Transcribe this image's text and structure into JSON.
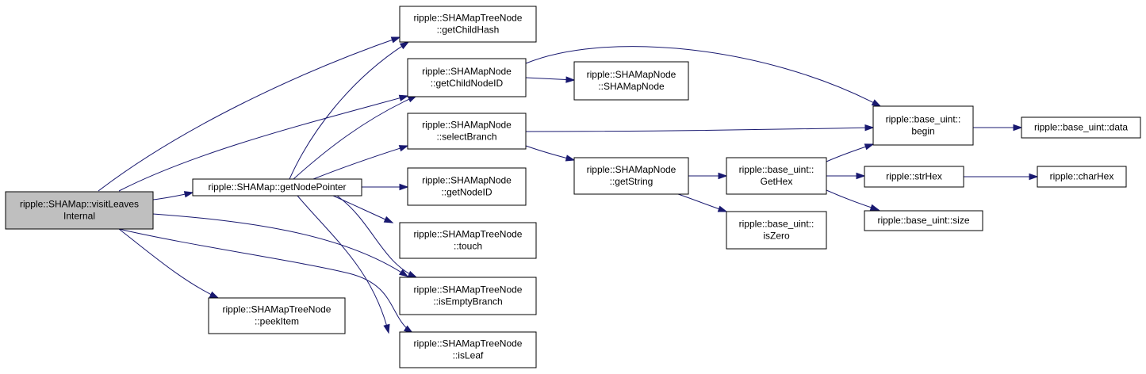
{
  "colors": {
    "edge": "#191970",
    "root_fill": "#bfbfbf",
    "node_fill": "#ffffff",
    "border": "#000000"
  },
  "nodes": [
    {
      "id": "visitLeavesInternal",
      "lines": [
        "ripple::SHAMap::visitLeaves",
        "Internal"
      ],
      "root": true
    },
    {
      "id": "getNodePointer",
      "lines": [
        "ripple::SHAMap::getNodePointer"
      ]
    },
    {
      "id": "peekItem",
      "lines": [
        "ripple::SHAMapTreeNode",
        "::peekItem"
      ]
    },
    {
      "id": "getChildHash",
      "lines": [
        "ripple::SHAMapTreeNode",
        "::getChildHash"
      ]
    },
    {
      "id": "getChildNodeID",
      "lines": [
        "ripple::SHAMapNode",
        "::getChildNodeID"
      ]
    },
    {
      "id": "selectBranch",
      "lines": [
        "ripple::SHAMapNode",
        "::selectBranch"
      ]
    },
    {
      "id": "getNodeID",
      "lines": [
        "ripple::SHAMapNode",
        "::getNodeID"
      ]
    },
    {
      "id": "touch",
      "lines": [
        "ripple::SHAMapTreeNode",
        "::touch"
      ]
    },
    {
      "id": "isEmptyBranch",
      "lines": [
        "ripple::SHAMapTreeNode",
        "::isEmptyBranch"
      ]
    },
    {
      "id": "isLeaf",
      "lines": [
        "ripple::SHAMapTreeNode",
        "::isLeaf"
      ]
    },
    {
      "id": "SHAMapNode",
      "lines": [
        "ripple::SHAMapNode",
        "::SHAMapNode"
      ]
    },
    {
      "id": "getString",
      "lines": [
        "ripple::SHAMapNode",
        "::getString"
      ]
    },
    {
      "id": "begin",
      "lines": [
        "ripple::base_uint::",
        "begin"
      ]
    },
    {
      "id": "GetHex",
      "lines": [
        "ripple::base_uint::",
        "GetHex"
      ]
    },
    {
      "id": "isZero",
      "lines": [
        "ripple::base_uint::",
        "isZero"
      ]
    },
    {
      "id": "data",
      "lines": [
        "ripple::base_uint::data"
      ]
    },
    {
      "id": "strHex",
      "lines": [
        "ripple::strHex"
      ]
    },
    {
      "id": "size",
      "lines": [
        "ripple::base_uint::size"
      ]
    },
    {
      "id": "charHex",
      "lines": [
        "ripple::charHex"
      ]
    }
  ],
  "edges": [
    [
      "visitLeavesInternal",
      "getChildHash"
    ],
    [
      "visitLeavesInternal",
      "getChildNodeID"
    ],
    [
      "visitLeavesInternal",
      "getNodePointer"
    ],
    [
      "visitLeavesInternal",
      "isEmptyBranch"
    ],
    [
      "visitLeavesInternal",
      "isLeaf"
    ],
    [
      "visitLeavesInternal",
      "peekItem"
    ],
    [
      "getNodePointer",
      "getChildHash"
    ],
    [
      "getNodePointer",
      "getChildNodeID"
    ],
    [
      "getNodePointer",
      "selectBranch"
    ],
    [
      "getNodePointer",
      "getNodeID"
    ],
    [
      "getNodePointer",
      "touch"
    ],
    [
      "getNodePointer",
      "isEmptyBranch"
    ],
    [
      "getNodePointer",
      "isLeaf"
    ],
    [
      "getChildNodeID",
      "SHAMapNode"
    ],
    [
      "getChildNodeID",
      "begin"
    ],
    [
      "selectBranch",
      "begin"
    ],
    [
      "selectBranch",
      "getString"
    ],
    [
      "getString",
      "GetHex"
    ],
    [
      "getString",
      "isZero"
    ],
    [
      "GetHex",
      "begin"
    ],
    [
      "GetHex",
      "strHex"
    ],
    [
      "GetHex",
      "size"
    ],
    [
      "begin",
      "data"
    ],
    [
      "strHex",
      "charHex"
    ]
  ]
}
